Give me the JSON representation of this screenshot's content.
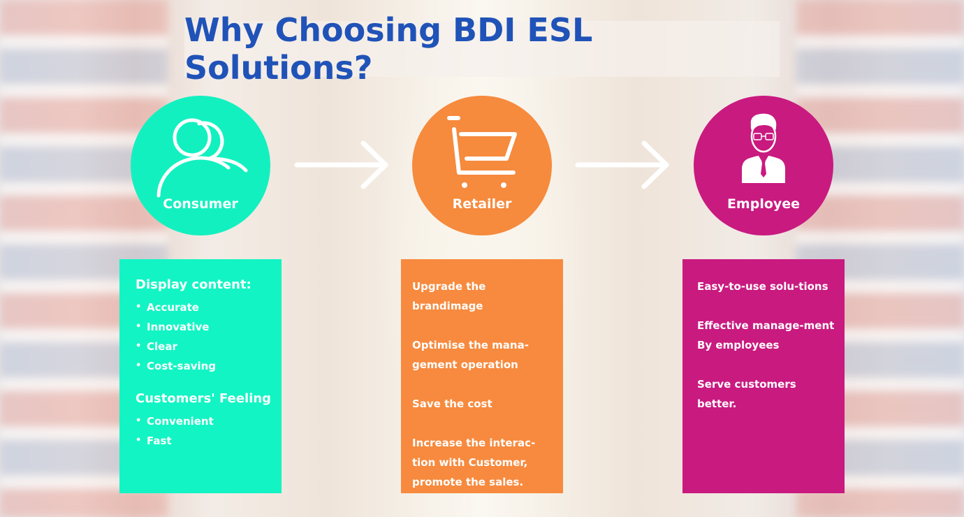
{
  "title": "Why Choosing BDI ESL Solutions?",
  "colors": {
    "title": "#2053b8",
    "consumer": "#13f0c0",
    "retailer": "#f68a3d",
    "employee": "#c91a80"
  },
  "circles": [
    {
      "label": "Consumer",
      "icon": "users-icon"
    },
    {
      "label": "Retailer",
      "icon": "shopping-cart-icon"
    },
    {
      "label": "Employee",
      "icon": "businessman-icon"
    }
  ],
  "arrows": [
    "arrow-right-icon",
    "arrow-right-icon"
  ],
  "consumer_panel": {
    "heading1": "Display content:",
    "list1": [
      "Accurate",
      "Innovative",
      "Clear",
      "Cost-saving"
    ],
    "heading2": "Customers' Feeling",
    "list2": [
      "Convenient",
      "Fast"
    ],
    "bullet": "•"
  },
  "retailer_panel": {
    "items": [
      "Upgrade the brandimage",
      "Optimise the mana-gement operation",
      "Save the cost",
      "Increase the interac-tion with Customer, promote the sales."
    ]
  },
  "employee_panel": {
    "items": [
      "Easy-to-use solu-tions",
      "Effective manage-ment By employees",
      "Serve customers better."
    ]
  }
}
